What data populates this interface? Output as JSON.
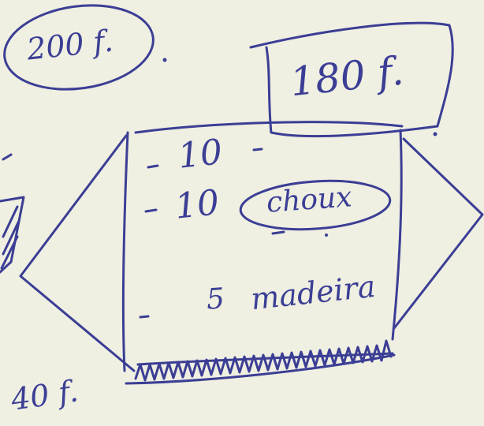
{
  "notes": {
    "top_left_bubble": "200 f.",
    "top_right_box": "180 f.",
    "bottom_left": "40 f.",
    "list": [
      {
        "qty": "10",
        "item": ""
      },
      {
        "qty": "10",
        "item": "choux"
      },
      {
        "qty": "5",
        "item": "madeira"
      }
    ]
  },
  "ink_color": "#3b3e94",
  "paper_color": "#efefe2"
}
